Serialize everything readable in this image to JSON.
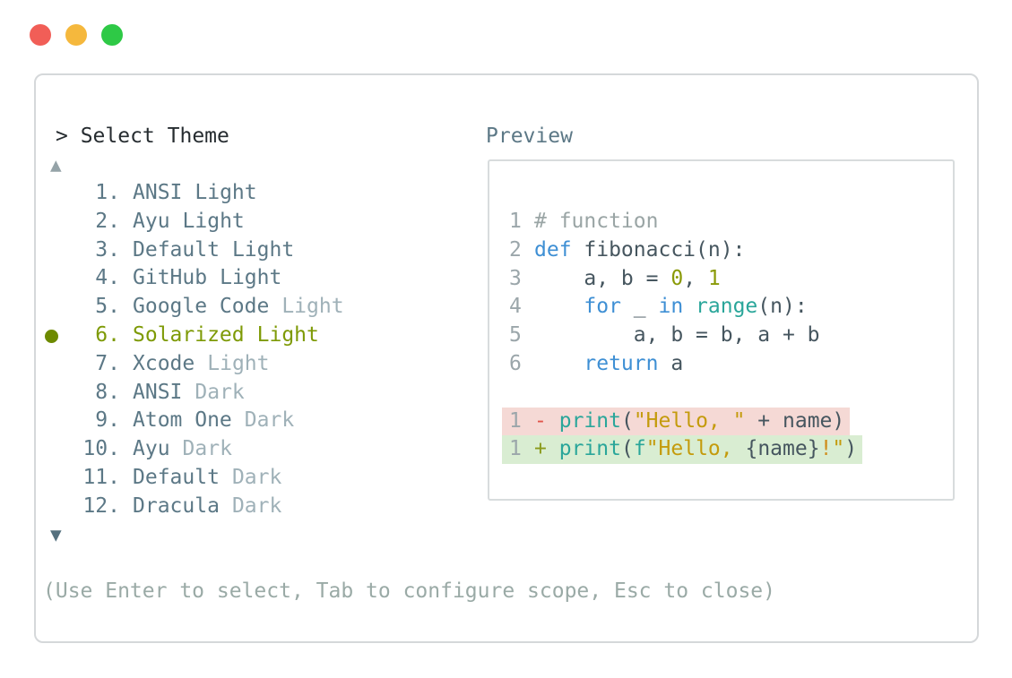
{
  "colors": {
    "slate": "#5c7886",
    "muted": "#9fb1b8",
    "selected": "#7e9a06",
    "bullet": "#6d8a00",
    "title": "#262c30",
    "help": "#9aaaa6",
    "arrow-up": "#95a3a8",
    "arrow-down": "#54707e",
    "panel-border": "#d5d8da",
    "box-border": "#d8dcdd",
    "lineno": "#9ba6aa",
    "comment": "#9aa5a5",
    "plain": "#46565f",
    "keyword": "#3e8fd4",
    "number": "#8a9a07",
    "function": "#2aa69a",
    "string": "#c49b0c",
    "minus": "#e0544a",
    "plus": "#8a9a1b",
    "bang": "#cf8c1a",
    "removed-bg": "#f5d9d5",
    "added-bg": "#d9edd2"
  },
  "window": {
    "traffic_lights": [
      {
        "name": "close",
        "color": "#f15e57"
      },
      {
        "name": "minimize",
        "color": "#f5b83d"
      },
      {
        "name": "zoom",
        "color": "#2ec946"
      }
    ]
  },
  "picker": {
    "title": "> Select Theme",
    "scroll_up": "▲",
    "scroll_down": "▼",
    "items": [
      {
        "number": "1.",
        "name": "ANSI",
        "variant": "Light",
        "muted_variant": false,
        "selected": false
      },
      {
        "number": "2.",
        "name": "Ayu",
        "variant": "Light",
        "muted_variant": false,
        "selected": false
      },
      {
        "number": "3.",
        "name": "Default",
        "variant": "Light",
        "muted_variant": false,
        "selected": false
      },
      {
        "number": "4.",
        "name": "GitHub",
        "variant": "Light",
        "muted_variant": false,
        "selected": false
      },
      {
        "number": "5.",
        "name": "Google Code",
        "variant": "Light",
        "muted_variant": true,
        "selected": false
      },
      {
        "number": "6.",
        "name": "Solarized",
        "variant": "Light",
        "muted_variant": false,
        "selected": true
      },
      {
        "number": "7.",
        "name": "Xcode",
        "variant": "Light",
        "muted_variant": true,
        "selected": false
      },
      {
        "number": "8.",
        "name": "ANSI",
        "variant": "Dark",
        "muted_variant": true,
        "selected": false
      },
      {
        "number": "9.",
        "name": "Atom One",
        "variant": "Dark",
        "muted_variant": true,
        "selected": false
      },
      {
        "number": "10.",
        "name": "Ayu",
        "variant": "Dark",
        "muted_variant": true,
        "selected": false
      },
      {
        "number": "11.",
        "name": "Default",
        "variant": "Dark",
        "muted_variant": true,
        "selected": false
      },
      {
        "number": "12.",
        "name": "Dracula",
        "variant": "Dark",
        "muted_variant": true,
        "selected": false
      }
    ],
    "help_text": "(Use Enter to select, Tab to configure scope, Esc to close)"
  },
  "preview": {
    "label": "Preview",
    "code_lines": [
      {
        "lineno": "1",
        "diff": "",
        "tokens": [
          {
            "text": "# function",
            "type": "comment"
          }
        ]
      },
      {
        "lineno": "2",
        "diff": "",
        "tokens": [
          {
            "text": "def",
            "type": "keyword"
          },
          {
            "text": " fibonacci(n):",
            "type": "plain"
          }
        ]
      },
      {
        "lineno": "3",
        "diff": "",
        "tokens": [
          {
            "text": "    a, b = ",
            "type": "plain"
          },
          {
            "text": "0",
            "type": "number"
          },
          {
            "text": ", ",
            "type": "plain"
          },
          {
            "text": "1",
            "type": "number"
          }
        ]
      },
      {
        "lineno": "4",
        "diff": "",
        "tokens": [
          {
            "text": "    ",
            "type": "plain"
          },
          {
            "text": "for",
            "type": "keyword"
          },
          {
            "text": " _ ",
            "type": "plain"
          },
          {
            "text": "in",
            "type": "keyword"
          },
          {
            "text": " ",
            "type": "plain"
          },
          {
            "text": "range",
            "type": "function"
          },
          {
            "text": "(n):",
            "type": "plain"
          }
        ]
      },
      {
        "lineno": "5",
        "diff": "",
        "tokens": [
          {
            "text": "        a, b = b, a + b",
            "type": "plain"
          }
        ]
      },
      {
        "lineno": "6",
        "diff": "",
        "tokens": [
          {
            "text": "    ",
            "type": "plain"
          },
          {
            "text": "return",
            "type": "keyword"
          },
          {
            "text": " a",
            "type": "plain"
          }
        ]
      },
      {
        "lineno": "",
        "diff": "",
        "tokens": []
      },
      {
        "lineno": "1",
        "diff": "removed",
        "tokens": [
          {
            "text": "-",
            "type": "minus"
          },
          {
            "text": " ",
            "type": "plain"
          },
          {
            "text": "print",
            "type": "function"
          },
          {
            "text": "(",
            "type": "plain"
          },
          {
            "text": "\"Hello, \"",
            "type": "string"
          },
          {
            "text": " + name)",
            "type": "plain"
          }
        ]
      },
      {
        "lineno": "1",
        "diff": "added",
        "tokens": [
          {
            "text": "+",
            "type": "plus"
          },
          {
            "text": " ",
            "type": "plain"
          },
          {
            "text": "print",
            "type": "function"
          },
          {
            "text": "(",
            "type": "plain"
          },
          {
            "text": "f",
            "type": "function"
          },
          {
            "text": "\"Hello, ",
            "type": "string"
          },
          {
            "text": "{name}",
            "type": "plain"
          },
          {
            "text": "!",
            "type": "bang"
          },
          {
            "text": "\"",
            "type": "string"
          },
          {
            "text": ")",
            "type": "plain"
          }
        ]
      }
    ]
  }
}
